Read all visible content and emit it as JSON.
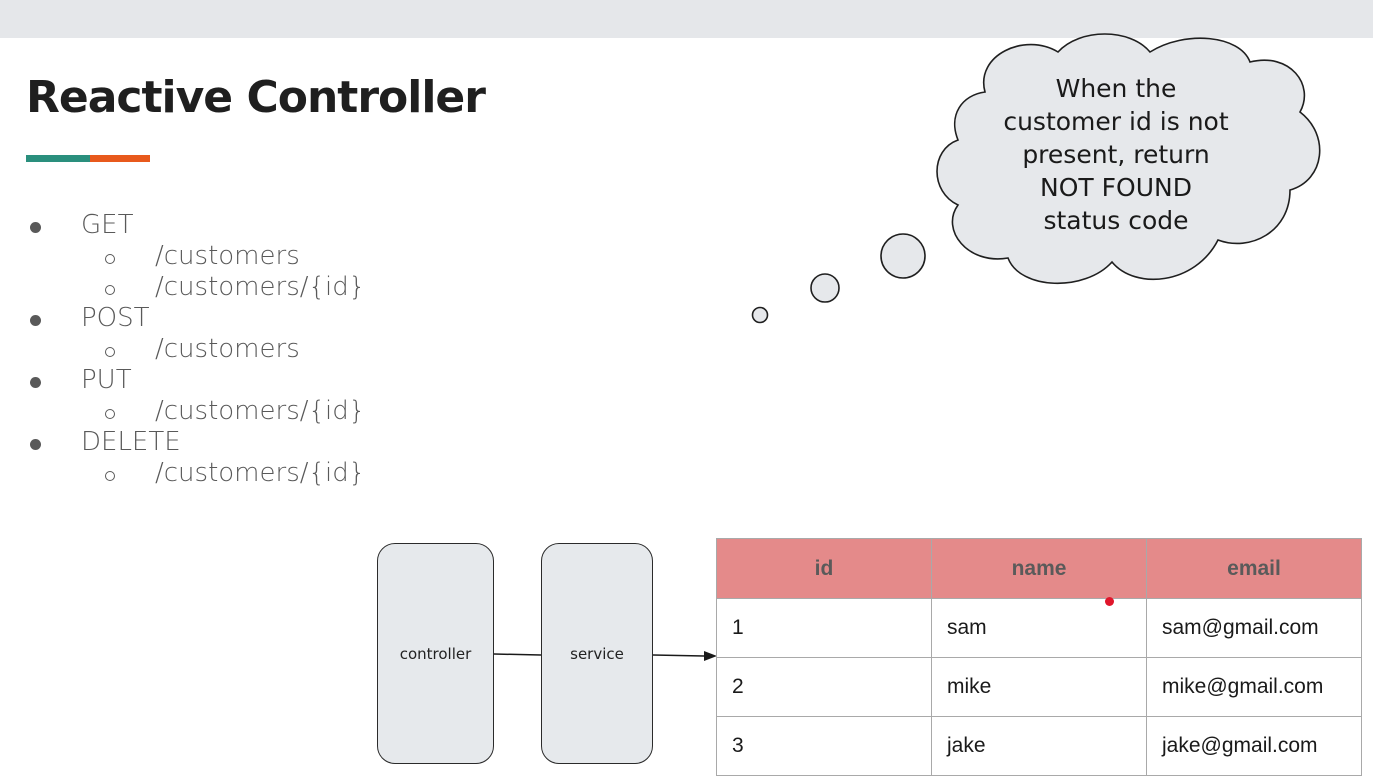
{
  "slide": {
    "title": "Reactive Controller",
    "accent_colors": [
      "#2a8f7d",
      "#e8591c"
    ]
  },
  "bullets": [
    {
      "method": "GET",
      "paths": [
        "/customers",
        "/customers/{id}"
      ]
    },
    {
      "method": "POST",
      "paths": [
        "/customers"
      ]
    },
    {
      "method": "PUT",
      "paths": [
        "/customers/{id}"
      ]
    },
    {
      "method": "DELETE",
      "paths": [
        "/customers/{id}"
      ]
    }
  ],
  "thought_bubble": {
    "lines": [
      "When the",
      "customer id is not",
      "present,  return",
      "NOT FOUND",
      "status code"
    ]
  },
  "diagram": {
    "controller_label": "controller",
    "service_label": "service"
  },
  "table": {
    "headers": [
      "id",
      "name",
      "email"
    ],
    "rows": [
      [
        "1",
        "sam",
        "sam@gmail.com"
      ],
      [
        "2",
        "mike",
        "mike@gmail.com"
      ],
      [
        "3",
        "jake",
        "jake@gmail.com"
      ]
    ],
    "header_color": "#e48a8a"
  }
}
